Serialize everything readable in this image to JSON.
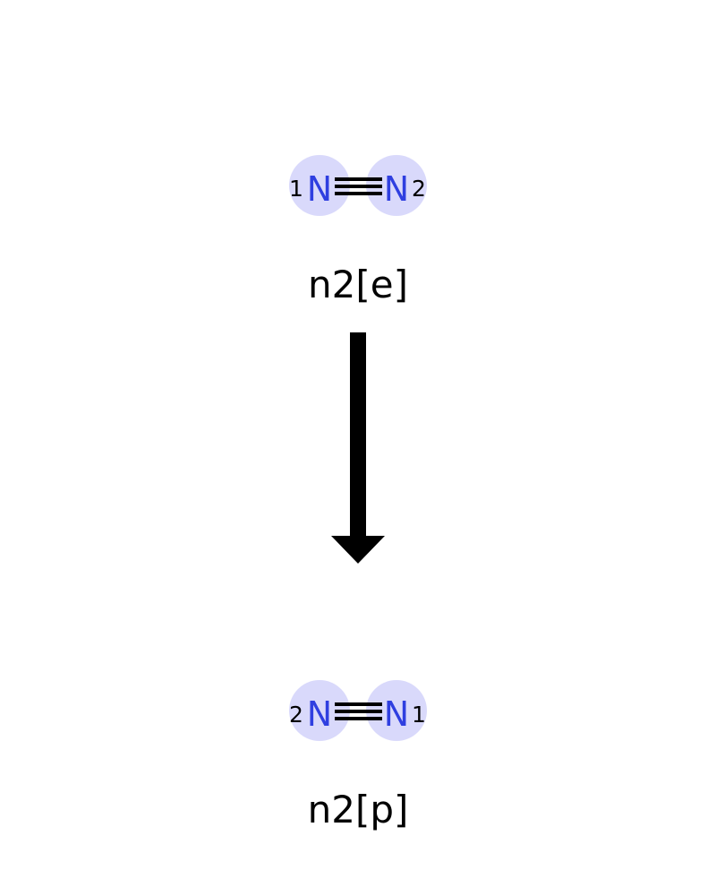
{
  "colors": {
    "atom_text": "#2f3fe0",
    "atom_highlight": "#d9d9fb",
    "bond": "#000000",
    "index_text": "#000000",
    "label_text": "#000000",
    "arrow": "#000000",
    "background": "#ffffff"
  },
  "reactant": {
    "label": "n2[e]",
    "atoms": [
      {
        "symbol": "N",
        "map_index": "1"
      },
      {
        "symbol": "N",
        "map_index": "2"
      }
    ],
    "bond": "triple"
  },
  "product": {
    "label": "n2[p]",
    "atoms": [
      {
        "symbol": "N",
        "map_index": "2"
      },
      {
        "symbol": "N",
        "map_index": "1"
      }
    ],
    "bond": "triple"
  },
  "arrow": {
    "direction": "down"
  }
}
